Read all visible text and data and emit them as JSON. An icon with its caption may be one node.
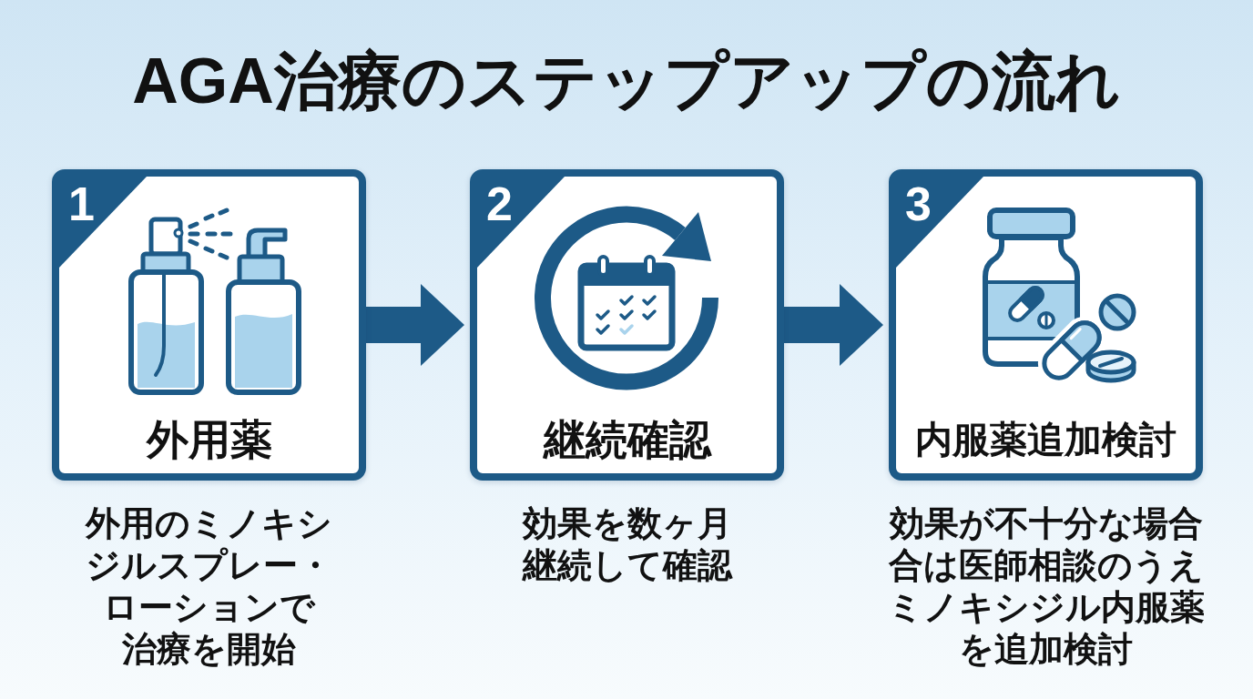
{
  "diagram": {
    "title": "AGA治療のステップアップの流れ",
    "nodes": [
      {
        "text": [
          "1",
          "外用薬"
        ],
        "beside": [
          "外用のミノキシジルスプレー・ローションで治療を開始"
        ]
      },
      {
        "text": [
          "2",
          "継続確認"
        ],
        "beside": [
          "効果を数ヶ月継続して確認"
        ]
      },
      {
        "text": [
          "3",
          "内服薬追加検討"
        ],
        "beside": [
          "効果が不十分な場合合は医師相談のうえミノキシジル内服薬を追加検討"
        ]
      }
    ],
    "edges": [
      {
        "from": 0,
        "to": 1,
        "arrow": "to",
        "style": "thick"
      },
      {
        "from": 1,
        "to": 2,
        "arrow": "to",
        "style": "thick"
      }
    ]
  }
}
